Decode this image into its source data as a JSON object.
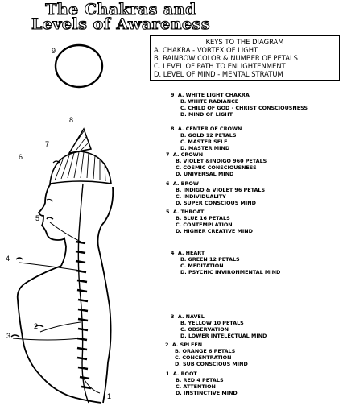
{
  "title": {
    "line1": "The Chakras and",
    "line2": "Levels of Awareness"
  },
  "keys": {
    "header": "KEYS TO THE DIAGRAM",
    "rows": [
      "A.  CHAKRA - VORTEX OF LIGHT",
      "B.  RAINBOW COLOR & NUMBER OF PETALS",
      "C.  LEVEL OF PATH TO ENLIGHTENMENT",
      "D.  LEVEL OF MIND - MENTAL STRATUM"
    ]
  },
  "chakras": [
    {
      "num": "9",
      "a": "A. WHITE LIGHT CHAKRA",
      "b": "B. WHITE RADIANCE",
      "c": "C. CHILD OF GOD - CHRIST CONSCIOUSNESS",
      "d": "D. MIND OF LIGHT"
    },
    {
      "num": "8",
      "a": "A. CENTER OF CROWN",
      "b": "B. GOLD  12 PETALS",
      "c": "C. MASTER SELF",
      "d": "D. MASTER MIND"
    },
    {
      "num": "7",
      "a": "A. CROWN",
      "b": "B. VIOLET &INDIGO  960 PETALS",
      "c": "C. COSMIC CONSCIOUSNESS",
      "d": "D. UNIVERSAL MIND"
    },
    {
      "num": "6",
      "a": "A. BROW",
      "b": "B. INDIGO & VIOLET  96 PETALS",
      "c": "C. INDIVIDUALITY",
      "d": "D. SUPER CONSCIOUS MIND"
    },
    {
      "num": "5",
      "a": "A. THROAT",
      "b": "B. BLUE  16 PETALS",
      "c": "C. CONTEMPLATION",
      "d": "D. HIGHER CREATIVE MIND"
    },
    {
      "num": "4",
      "a": "A. HEART",
      "b": "B. GREEN  12 PETALS",
      "c": "C. MEDITATION",
      "d": "D. PSYCHIC INVIRONMENTAL MIND"
    },
    {
      "num": "3",
      "a": "A. NAVEL",
      "b": "B. YELLOW  10 PETALS",
      "c": "C. OBSERVATION",
      "d": "D. LOWER INTELECTUAL MIND"
    },
    {
      "num": "2",
      "a": "A. SPLEEN",
      "b": "B. ORANGE  6 PETALS",
      "c": "C. CONCENTRATION",
      "d": "D. SUB CONSCIOUS MIND"
    },
    {
      "num": "1",
      "a": "A. ROOT",
      "b": "B. RED  4 PETALS",
      "c": "C. ATTENTION",
      "d": "D. INSTINCTIVE MIND"
    }
  ],
  "figure_labels": [
    "9",
    "8",
    "7",
    "6",
    "5",
    "4",
    "3",
    "2",
    "1"
  ]
}
